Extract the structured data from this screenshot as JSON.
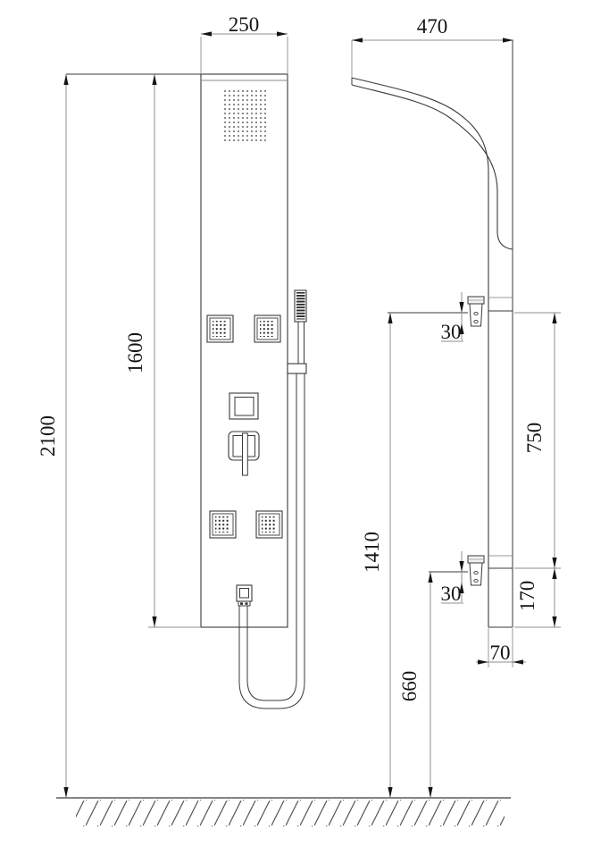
{
  "page": {
    "background": "#ffffff",
    "object_line_color": "#3a3a3a",
    "dim_line_color": "#8f8f8f",
    "text_color": "#141414"
  },
  "drawing": {
    "subject": "shower-panel-installation-dimension-diagram",
    "front_view": {
      "dim_panel_width": "250",
      "dim_overall_height": "2100",
      "dim_panel_height": "1600"
    },
    "side_view": {
      "dim_arm_reach": "470",
      "dim_upper_bracket_to_floor": "1410",
      "dim_bracket_spacing": "750",
      "dim_upper_bracket_offset": "30",
      "dim_lower_bracket_offset": "30",
      "dim_panel_below_bracket": "170",
      "dim_panel_depth": "70",
      "dim_lower_bracket_to_floor": "660"
    }
  }
}
